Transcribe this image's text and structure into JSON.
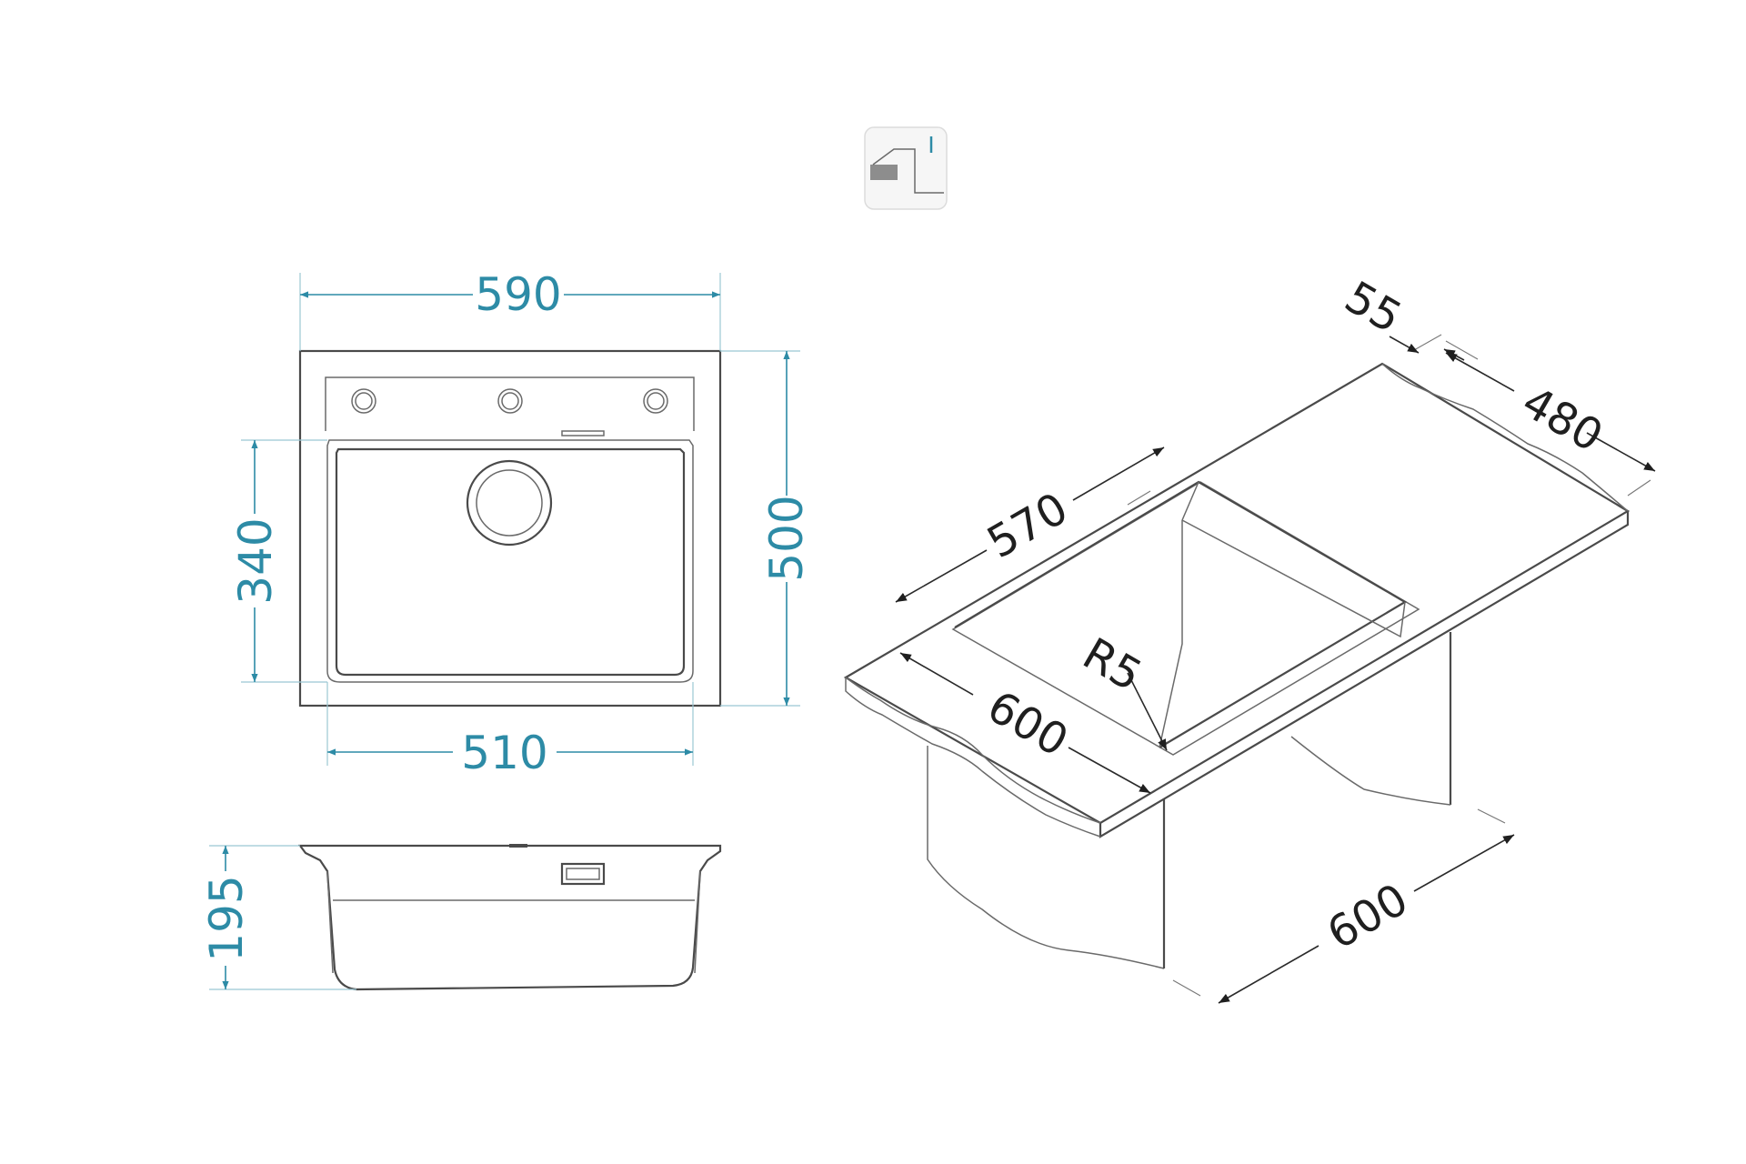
{
  "icon": {
    "name": "installation-type-icon"
  },
  "top_view": {
    "width_overall": "590",
    "depth_overall": "500",
    "bowl_depth": "340",
    "bowl_width": "510"
  },
  "side_view": {
    "height": "195"
  },
  "install_view": {
    "rear_edge": "55",
    "drainer_depth": "480",
    "sink_length": "570",
    "corner_radius": "R5",
    "worktop_depth": "600",
    "cabinet_width": "600"
  },
  "colors": {
    "dimension_primary": "#2d8ba6",
    "dimension_secondary": "#1f1f1f",
    "outline": "#4a4a4a"
  }
}
